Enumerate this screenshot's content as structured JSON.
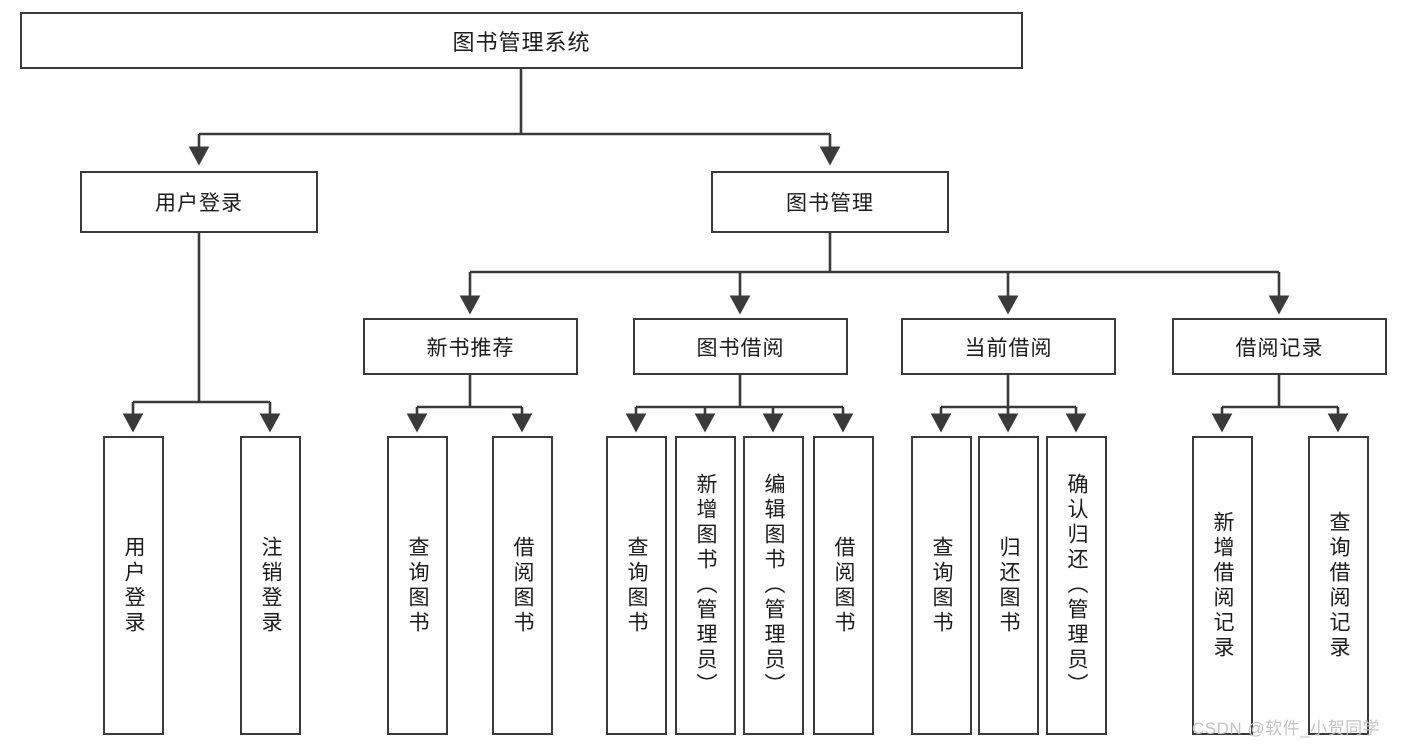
{
  "diagram": {
    "title_node": {
      "label": "图书管理系统"
    },
    "level2": [
      {
        "id": "user-login",
        "label": "用户登录"
      },
      {
        "id": "book-manage",
        "label": "图书管理"
      }
    ],
    "level3": [
      {
        "id": "new-book-recommend",
        "label": "新书推荐"
      },
      {
        "id": "book-borrow",
        "label": "图书借阅"
      },
      {
        "id": "current-borrow",
        "label": "当前借阅"
      },
      {
        "id": "borrow-record",
        "label": "借阅记录"
      }
    ],
    "leaves": {
      "user_login": [
        {
          "id": "leaf-user-login",
          "label": "用户登录"
        },
        {
          "id": "leaf-logout-login",
          "label": "注销登录"
        }
      ],
      "new_book_recommend": [
        {
          "id": "leaf-query-book-1",
          "label": "查询图书"
        },
        {
          "id": "leaf-borrow-book-1",
          "label": "借阅图书"
        }
      ],
      "book_borrow": [
        {
          "id": "leaf-query-book-2",
          "label": "查询图书"
        },
        {
          "id": "leaf-add-book",
          "label": "新增图书（管理员）"
        },
        {
          "id": "leaf-edit-book",
          "label": "编辑图书（管理员）"
        },
        {
          "id": "leaf-borrow-book-2",
          "label": "借阅图书"
        }
      ],
      "current_borrow": [
        {
          "id": "leaf-query-book-3",
          "label": "查询图书"
        },
        {
          "id": "leaf-return-book",
          "label": "归还图书"
        },
        {
          "id": "leaf-confirm-return",
          "label": "确认归还（管理员）"
        }
      ],
      "borrow_record": [
        {
          "id": "leaf-add-record",
          "label": "新增借阅记录"
        },
        {
          "id": "leaf-query-record",
          "label": "查询借阅记录"
        }
      ]
    },
    "watermark": "CSDN @软件_小贺同学",
    "colors": {
      "border": "#3a3a3a",
      "background": "#ffffff",
      "text": "#1b1b1b",
      "watermark": "#c3c3c3"
    }
  }
}
